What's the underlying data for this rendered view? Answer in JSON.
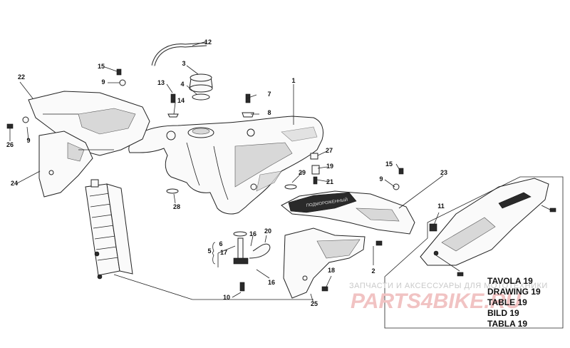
{
  "callouts": {
    "c1": "1",
    "c2": "2",
    "c3": "3",
    "c4": "4",
    "c5": "5",
    "c6": "6",
    "c7": "7",
    "c8": "8",
    "c9a": "9",
    "c9b": "9",
    "c9c": "9",
    "c10": "10",
    "c11": "11",
    "c12": "12",
    "c13": "13",
    "c14": "14",
    "c15a": "15",
    "c15b": "15",
    "c16a": "16",
    "c16b": "16",
    "c17": "17",
    "c18": "18",
    "c19": "19",
    "c20": "20",
    "c21": "21",
    "c22": "22",
    "c23": "23",
    "c24": "24",
    "c25": "25",
    "c26": "26",
    "c27": "27",
    "c28": "28",
    "c29": "29"
  },
  "table_labels": [
    "TAVOLA 19",
    "DRAWING 19",
    "TABLE 19",
    "BILD 19",
    "TABLA 19"
  ],
  "watermark": {
    "tagline": "ЗАПЧАСТИ И АКСЕССУАРЫ ДЛЯ МОТОТЕХНИКИ",
    "brand": "PARTS4BIKE.RU",
    "color": "#e8a0a0"
  },
  "decal_text": "ПОДМОРОЖЕННЫЙ"
}
